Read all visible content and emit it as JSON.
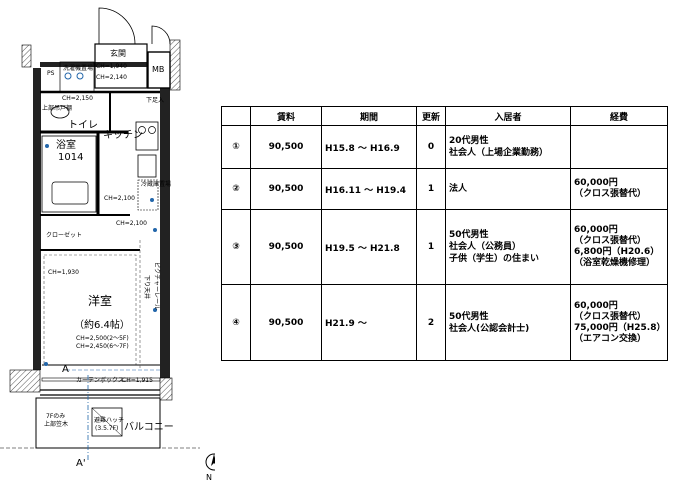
{
  "floorplan": {
    "labels": {
      "entrance": "玄関",
      "mb": "MB",
      "washing_area": "洗濯機置場",
      "ps": "PS",
      "ch_1940": "CH=1,940",
      "ch_2140": "CH=2,140",
      "ch_2150": "CH=2,150",
      "shoe_box": "下足入",
      "toilet": "トイレ",
      "upper_storage": "上部吊戸棚",
      "kitchen": "キッチン",
      "bath": "浴室",
      "bath_size": "1014",
      "fridge_area": "冷蔵庫置場",
      "ch_2100a": "CH=2,100",
      "ch_2100b": "CH=2,100",
      "closet": "クローゼット",
      "ch_1930": "CH=1,930",
      "western_room": "洋室",
      "room_size": "（約6.4帖）",
      "ch_2500": "CH=2,500(2〜5F)",
      "ch_2450": "CH=2,450(6〜7F)",
      "drop_ceiling": "下り天井",
      "picture_rail": "ピクチャーレール",
      "curtain_box": "カーテンボックス",
      "ch_1915": "CH=1,915",
      "section_a": "A",
      "section_a2": "A'",
      "note_7f": "7Fのみ",
      "note_upper": "上部笠木",
      "evac_hatch": "避難ハッチ",
      "evac_floors": "(3.5.7F)",
      "balcony": "バルコニー",
      "north": "N"
    }
  },
  "history": {
    "headers": [
      "",
      "賃料",
      "期間",
      "更新",
      "入居者",
      "経費"
    ],
    "rows": [
      {
        "no": "①",
        "rent": "90,500",
        "period": "H15.8 ～ H16.9",
        "renewals": "0",
        "tenant": [
          "20代男性",
          "社会人（上場企業勤務）"
        ],
        "expenses": []
      },
      {
        "no": "②",
        "rent": "90,500",
        "period": "H16.11 ～ H19.4",
        "renewals": "1",
        "tenant": [
          "法人"
        ],
        "expenses": [
          "60,000円",
          "（クロス張替代）"
        ]
      },
      {
        "no": "③",
        "rent": "90,500",
        "period": "H19.5 ～ H21.8",
        "renewals": "1",
        "tenant": [
          "50代男性",
          "社会人（公務員）",
          "子供（学生）の住まい"
        ],
        "expenses": [
          "60,000円",
          "（クロス張替代）",
          "6,800円（H20.6）",
          "（浴室乾燥機修理）"
        ]
      },
      {
        "no": "④",
        "rent": "90,500",
        "period": "H21.9 ～",
        "renewals": "2",
        "tenant": [
          "50代男性",
          "社会人(公認会計士)"
        ],
        "expenses": [
          "60,000円",
          "（クロス張替代）",
          "75,000円（H25.8）",
          "（エアコン交換）"
        ]
      }
    ]
  }
}
